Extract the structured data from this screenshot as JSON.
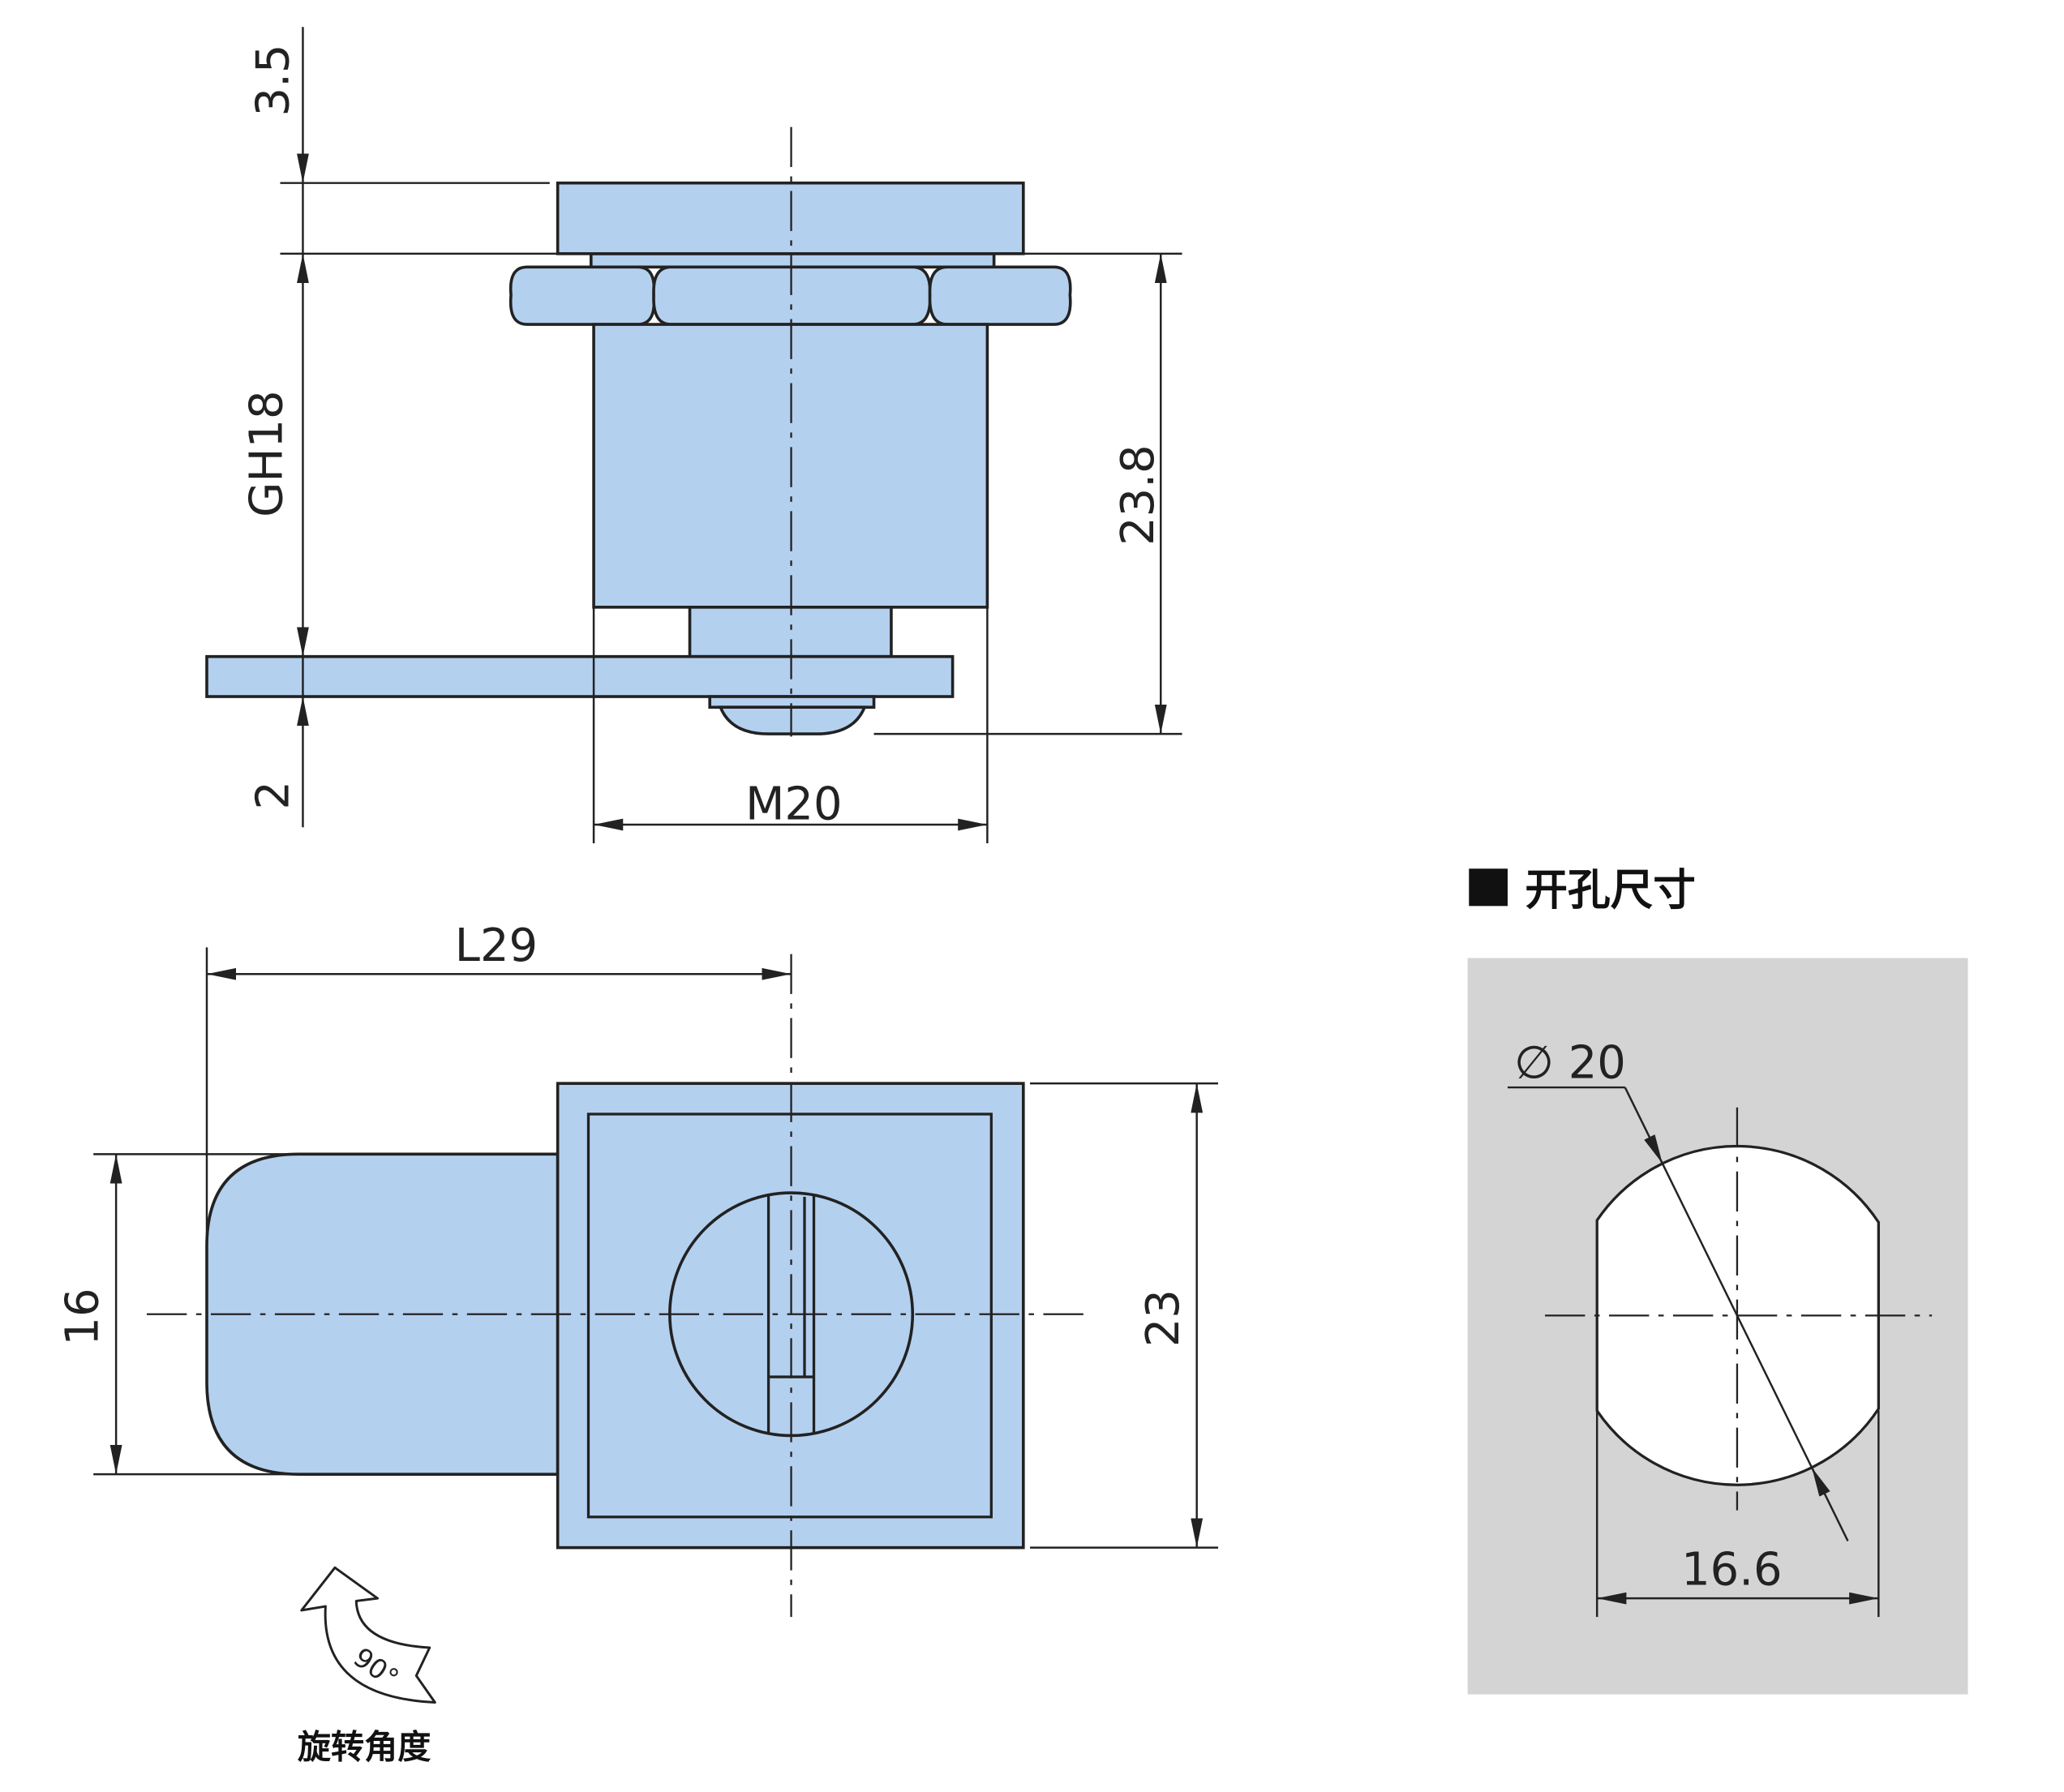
{
  "colors": {
    "part_fill": "#b4d0ef",
    "line": "#222222",
    "cutout_panel": "#d4d4d4",
    "cutout_hole": "#ffffff"
  },
  "side_view": {
    "dim_top": "3.5",
    "dim_thread_length": "GH18",
    "dim_cam_thickness": "2",
    "dim_total_height": "23.8",
    "dim_thread": "M20"
  },
  "front_view": {
    "dim_cam_length": "L29",
    "dim_cam_width": "16",
    "dim_body_width": "23",
    "rotation_angle": "90°",
    "rotation_caption": "旋转角度"
  },
  "cutout": {
    "title": "开孔尺寸",
    "diameter_label": "∅ 20",
    "flat_width": "16.6"
  },
  "icons": [
    "rotation-arrow-icon",
    "square-bullet-icon"
  ]
}
